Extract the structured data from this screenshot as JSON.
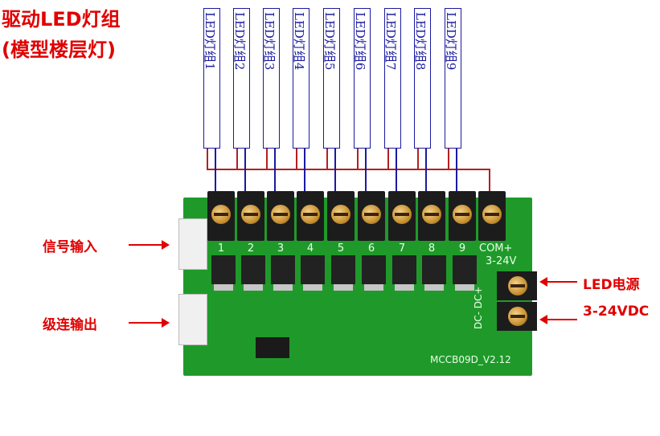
{
  "title": {
    "line1": "驱动LED灯组",
    "line2": "(模型楼层灯)"
  },
  "led_groups": [
    "LED灯组1",
    "LED灯组2",
    "LED灯组3",
    "LED灯组4",
    "LED灯组5",
    "LED灯组6",
    "LED灯组7",
    "LED灯组8",
    "LED灯组9"
  ],
  "labels": {
    "signal_in": "信号输入",
    "cascade_out": "级连输出",
    "led_power": "LED电源",
    "voltage": "3-24VDC"
  },
  "board": {
    "channel_numbers": [
      "1",
      "2",
      "3",
      "4",
      "5",
      "6",
      "7",
      "8",
      "9"
    ],
    "com_label": "COM+",
    "voltage_silk": "3-24V",
    "dc_silk": "DC-  DC+",
    "model": "MCCB09D_V2.12"
  },
  "colors": {
    "accent_red": "#e00000",
    "pcb_green": "#1f9a2a",
    "led_border": "#1a1aa0"
  }
}
